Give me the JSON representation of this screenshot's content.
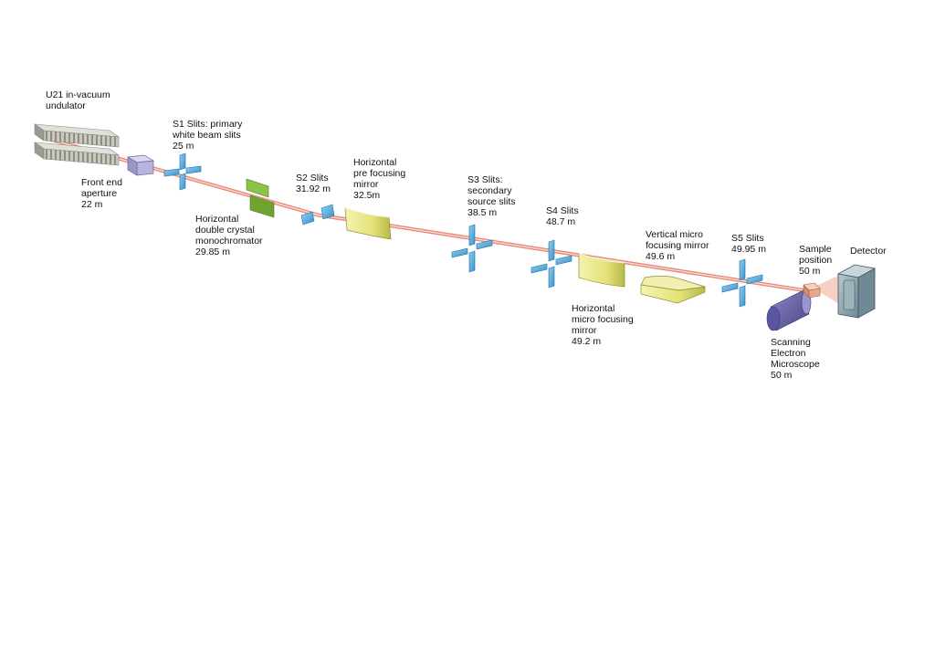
{
  "components": {
    "undulator": {
      "lines": [
        "U21 in-vacuum",
        "undulator"
      ]
    },
    "front_end_aperture": {
      "lines": [
        "Front end",
        "aperture",
        "22 m"
      ]
    },
    "s1_slits": {
      "lines": [
        "S1 Slits: primary",
        "white beam slits",
        "25 m"
      ]
    },
    "monochromator": {
      "lines": [
        "Horizontal",
        "double crystal",
        "monochromator",
        "29.85 m"
      ]
    },
    "s2_slits": {
      "lines": [
        "S2 Slits",
        "31.92 m"
      ]
    },
    "pre_focusing_mirror": {
      "lines": [
        "Horizontal",
        "pre focusing",
        "mirror",
        "32.5m"
      ]
    },
    "s3_slits": {
      "lines": [
        "S3 Slits:",
        "secondary",
        "source slits",
        "38.5 m"
      ]
    },
    "s4_slits": {
      "lines": [
        "S4 Slits",
        "48.7 m"
      ]
    },
    "h_micro_mirror": {
      "lines": [
        "Horizontal",
        "micro focusing",
        "mirror",
        "49.2 m"
      ]
    },
    "v_micro_mirror": {
      "lines": [
        "Vertical micro",
        "focusing mirror",
        "49.6 m"
      ]
    },
    "s5_slits": {
      "lines": [
        "S5 Slits",
        "49.95 m"
      ]
    },
    "sample": {
      "lines": [
        "Sample",
        "position",
        "50 m"
      ]
    },
    "detector": {
      "lines": [
        "Detector"
      ]
    },
    "sem": {
      "lines": [
        "Scanning",
        "Electron",
        "Microscope",
        "50 m"
      ]
    }
  },
  "colors": {
    "beam": "#e8897a",
    "slit": "#4aa3dc",
    "slit_edge": "#1f6fa8",
    "mono": "#7fb53c",
    "mirror": "#e4e27a",
    "aperture": "#b8b4dc",
    "undulator": "#b8b8b0",
    "sem": "#6e6aa8",
    "detector": "#8aa0aa",
    "sample": "#e8a890"
  }
}
